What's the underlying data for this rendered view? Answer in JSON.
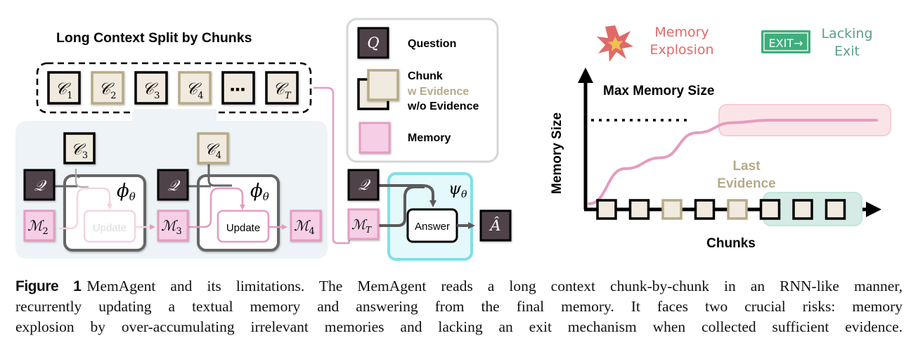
{
  "left_panel": {
    "title": "Long Context Split by Chunks",
    "chunks": [
      {
        "label": "C",
        "sub": "1",
        "evidence": false
      },
      {
        "label": "C",
        "sub": "2",
        "evidence": true
      },
      {
        "label": "C",
        "sub": "3",
        "evidence": false
      },
      {
        "label": "C",
        "sub": "4",
        "evidence": true
      },
      {
        "label": "···",
        "sub": "",
        "evidence": false,
        "ellipsis": true
      },
      {
        "label": "C",
        "sub": "T",
        "evidence": false
      }
    ],
    "step1": {
      "chunk": {
        "label": "C",
        "sub": "3"
      },
      "question": "Q",
      "memory_in": {
        "label": "M",
        "sub": "2"
      },
      "op_label": "Update",
      "model": {
        "label": "ϕ",
        "sub": "θ"
      },
      "faded": true
    },
    "step2": {
      "chunk": {
        "label": "C",
        "sub": "4"
      },
      "question": "Q",
      "memory_in": {
        "label": "M",
        "sub": "3"
      },
      "memory_out": {
        "label": "M",
        "sub": "4"
      },
      "op_label": "Update",
      "model": {
        "label": "ϕ",
        "sub": "θ"
      }
    },
    "final": {
      "question": "Q",
      "memory": {
        "label": "M",
        "sub": "T"
      },
      "op_label": "Answer",
      "model": {
        "label": "ψ",
        "sub": "θ"
      },
      "output": "Â"
    }
  },
  "legend": {
    "question": {
      "symbol": "Q",
      "label": "Question"
    },
    "chunk": {
      "label": "Chunk",
      "with_evidence": "w Evidence",
      "without_evidence": "w/o Evidence"
    },
    "memory": {
      "label": "Memory"
    }
  },
  "right_panel": {
    "risk1": {
      "label_line1": "Memory",
      "label_line2": "Explosion",
      "icon": "explosion-icon"
    },
    "risk2": {
      "sign_text": "EXIT→",
      "label_line1": "Lacking",
      "label_line2": "Exit",
      "icon": "exit-sign-icon"
    },
    "y_axis_label": "Memory Size",
    "x_axis_label": "Chunks",
    "max_label": "Max Memory Size",
    "last_evidence_line1": "Last",
    "last_evidence_line2": "Evidence",
    "chunks_evidence": [
      false,
      false,
      true,
      false,
      true,
      false,
      false,
      false
    ]
  },
  "chart_data": {
    "type": "line",
    "title": "",
    "xlabel": "Chunks",
    "ylabel": "Memory Size",
    "annotations": [
      "Max Memory Size",
      "Last Evidence",
      "Memory Explosion",
      "Lacking Exit"
    ],
    "series": [
      {
        "name": "memory size",
        "x": [
          0,
          1,
          2,
          3,
          4,
          5,
          6,
          7,
          8
        ],
        "values": [
          0.0,
          0.42,
          0.55,
          0.85,
          0.97,
          1.0,
          1.0,
          1.0,
          1.0
        ]
      }
    ],
    "max_memory": 1.0,
    "chunk_evidence": [
      false,
      false,
      true,
      false,
      true,
      false,
      false,
      false
    ],
    "last_evidence_index": 5,
    "grid": false
  },
  "colors": {
    "question_fill": "#4f4349",
    "chunk_fill": "#f0eadf",
    "evidence_border": "#b6aa86",
    "memory_fill": "#f6cfe6",
    "memory_border": "#e59cc1",
    "pink_line": "#e59cc1",
    "answer_box": "#7fe0e8",
    "panel_bg": "#edf3f6",
    "explosion_red": "#e06a6a",
    "exit_green": "#3fae7c",
    "lacking_teal": "#5a9f8e"
  },
  "caption": {
    "label": "Figure 1",
    "lines": [
      "MemAgent and its limitations. The MemAgent reads a long context chunk-by-chunk in an RNN-like manner,",
      "recurrently updating a textual memory and answering from the final memory. It faces two crucial risks: memory",
      "explosion by over-accumulating irrelevant memories and lacking an exit mechanism when collected sufficient evidence."
    ]
  }
}
